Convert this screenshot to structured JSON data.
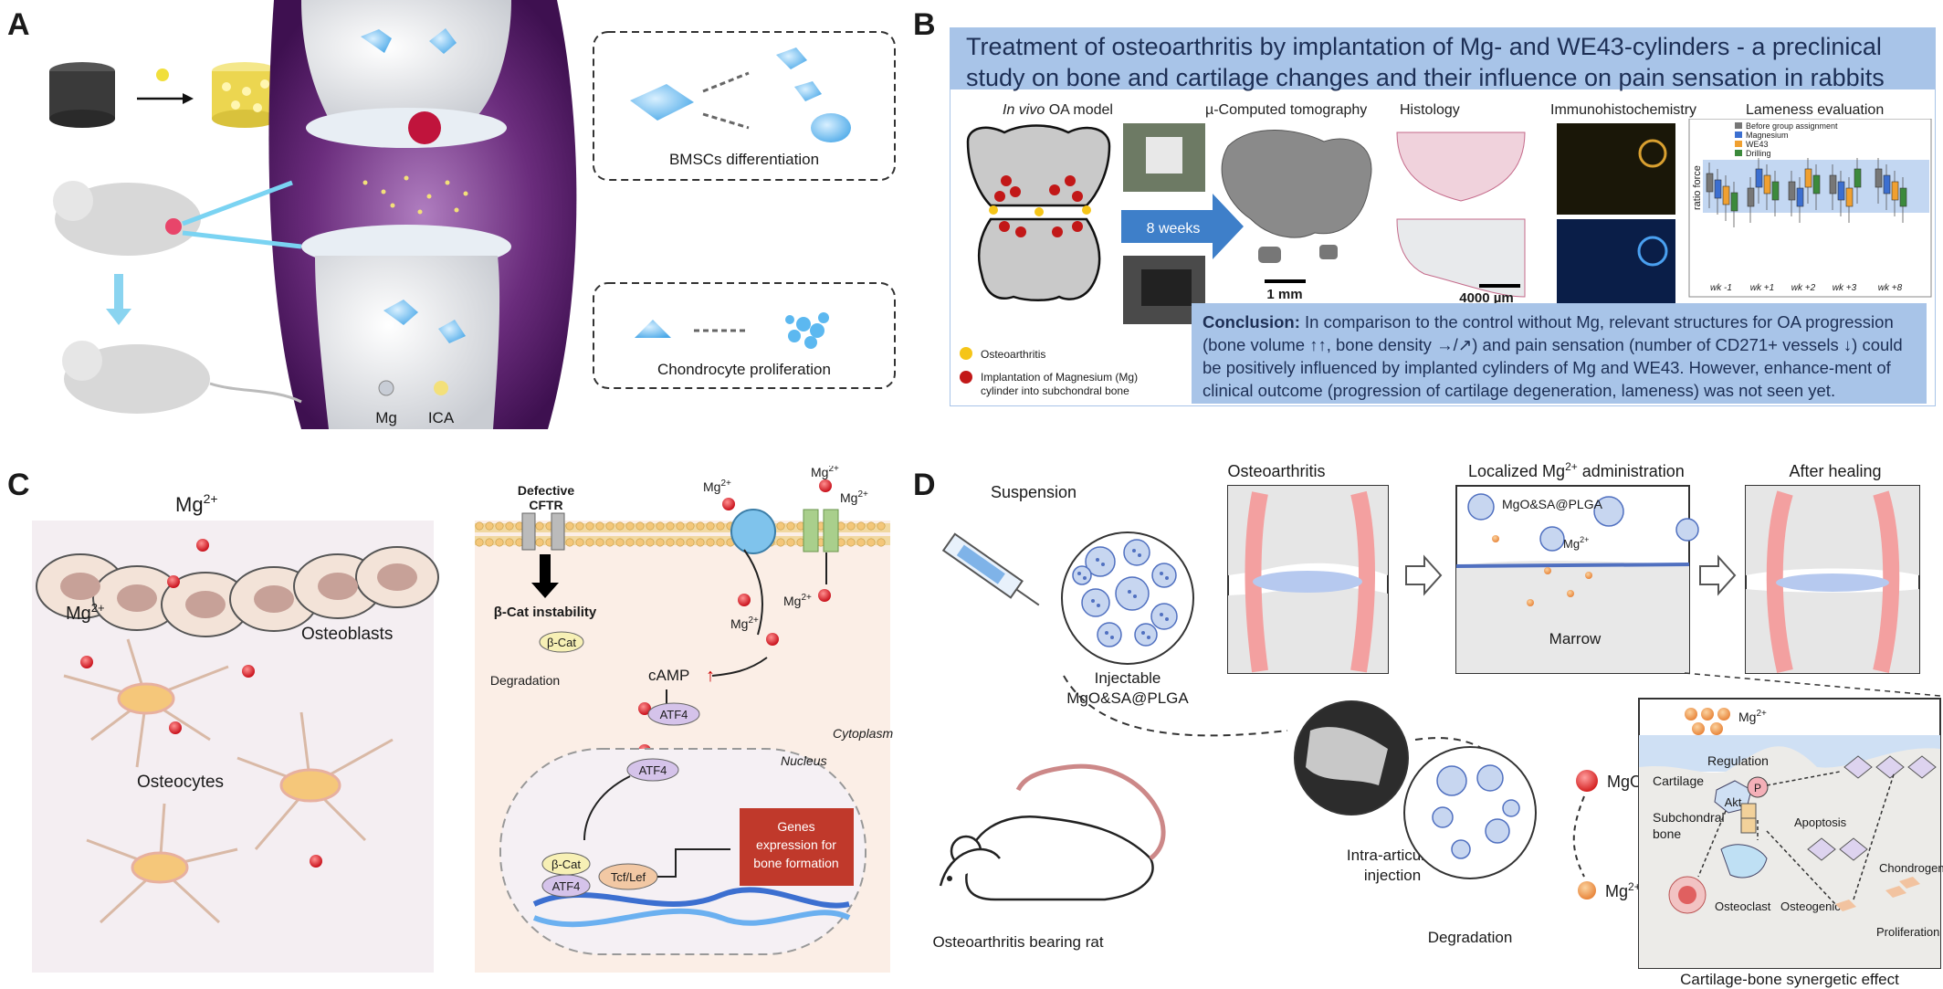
{
  "panel_labels": {
    "a": "A",
    "b": "B",
    "c": "C",
    "d": "D"
  },
  "panel_a": {
    "bmsc_caption": "BMSCs differentiation",
    "chondro_caption": "Chondrocyte proliferation",
    "legend_mg": "Mg",
    "legend_ica": "ICA"
  },
  "panel_b": {
    "title": "Treatment of osteoarthritis by implantation of Mg- and WE43-cylinders - a preclinical study on bone and cartilage changes and their influence on pain sensation in rabbits",
    "col_invivo_italic": "In vivo",
    "col_invivo_rest": " OA model",
    "col_mct": "µ-Computed tomography",
    "col_histology": "Histology",
    "col_ihc": "Immunohistochemistry",
    "col_lameness": "Lameness evaluation",
    "arrow_label": "8 weeks",
    "scale_mct": "1 mm",
    "scale_hist": "4000 µm",
    "legend_oa": "Osteoarthritis",
    "legend_impl_1": "Implantation of Magnesium (Mg)",
    "legend_impl_2": "cylinder into subchondral bone",
    "chart_legend": [
      "Before group assignment",
      "Magnesium",
      "WE43",
      "Drilling"
    ],
    "chart_ylabel": "ratio force",
    "chart_xticks": [
      "wk -1",
      "wk +1",
      "wk +2",
      "wk +3",
      "wk +8"
    ],
    "conclusion_label": "Conclusion:",
    "conclusion_text": " In comparison to the control without Mg, relevant structures for OA progression (bone volume ↑↑, bone density →/↗) and pain sensation (number of CD271+ vessels ↓) could be positively influenced by implanted cylinders of Mg and WE43. However, enhance-ment of clinical outcome (progression of cartilage degeneration, lameness) was not seen yet."
  },
  "panel_c": {
    "mg_top": "Mg",
    "mg_left": "Mg",
    "osteoblasts": "Osteoblasts",
    "osteocytes": "Osteocytes",
    "defective": "Defective",
    "cftr": "CFTR",
    "bcat_instability": "β-Cat instability",
    "bcat": "β-Cat",
    "degradation": "Degradation",
    "mg_ion": "Mg",
    "camp": "cAMP",
    "atf4": "ATF4",
    "cytoplasm": "Cytoplasm",
    "nucleus": "Nucleus",
    "tcf_lef": "Tcf/Lef",
    "genes_1": "Genes",
    "genes_2": "expression for",
    "genes_3": "bone formation"
  },
  "panel_d": {
    "suspension": "Suspension",
    "osteoarthritis": "Osteoarthritis",
    "localized": "Localized Mg",
    "localized_tail": " administration",
    "after_healing": "After healing",
    "mgo_sa_plga": "MgO&SA@PLGA",
    "mg_ion": "Mg",
    "marrow": "Marrow",
    "injectable_1": "Injectable",
    "injectable_2": "MgO&SA@PLGA",
    "intra_1": "Intra-articular",
    "intra_2": "injection",
    "rat": "Osteoarthritis bearing rat",
    "degradation": "Degradation",
    "mgo": "MgO",
    "regulation": "Regulation",
    "cartilage": "Cartilage",
    "subchondral_1": "Subchondral",
    "subchondral_2": "bone",
    "akt": "Akt",
    "p": "P",
    "apoptosis": "Apoptosis",
    "chondrogenic": "Chondrogenic",
    "osteoclast": "Osteoclast",
    "osteogenic": "Osteogenic",
    "proliferation": "Proliferation",
    "synergy": "Cartilage-bone synergetic effect"
  }
}
